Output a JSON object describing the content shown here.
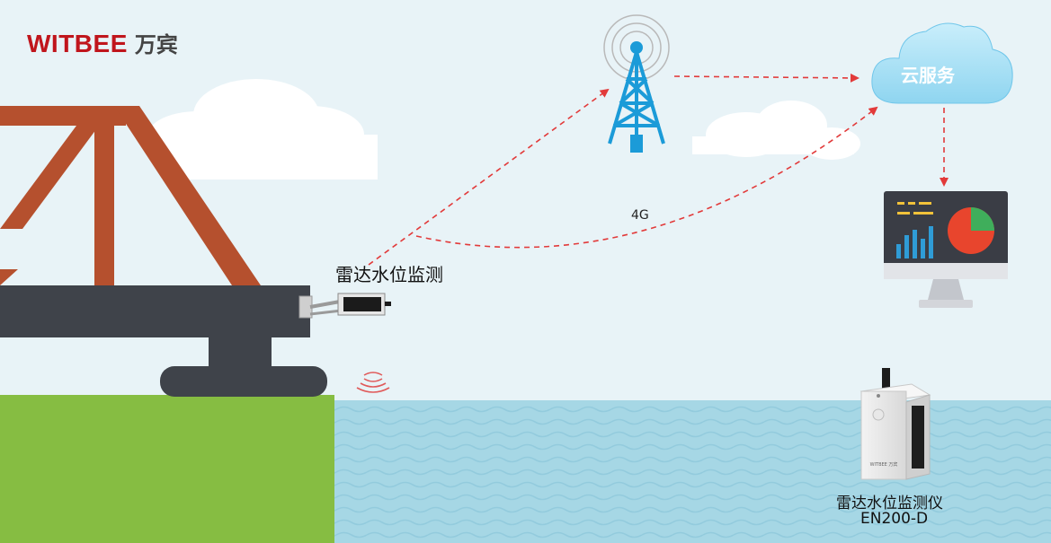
{
  "brand": {
    "name": "WITBEE",
    "name_cn": "万宾",
    "color": "#c0151c"
  },
  "labels": {
    "radar_sensor": "雷达水位监测",
    "network": "4G",
    "cloud": "云服务",
    "device_title": "雷达水位监测仪",
    "device_model": "EN200-D",
    "device_plate": "WITBEE 万宾"
  },
  "colors": {
    "sky": "#e8f3f7",
    "water": "#a6d7e5",
    "grass": "#86bd42",
    "bridge_truss": "#b5502e",
    "bridge_deck": "#3f434a",
    "tower": "#1b9bd8",
    "cloud_fill": "#a6dff4",
    "arrow": "#e23a3a",
    "monitor": "#3a3d45",
    "pie_red": "#e8452d",
    "pie_green": "#3fae5b",
    "bars": "#2f9cd6",
    "dots": "#f2c23a"
  }
}
